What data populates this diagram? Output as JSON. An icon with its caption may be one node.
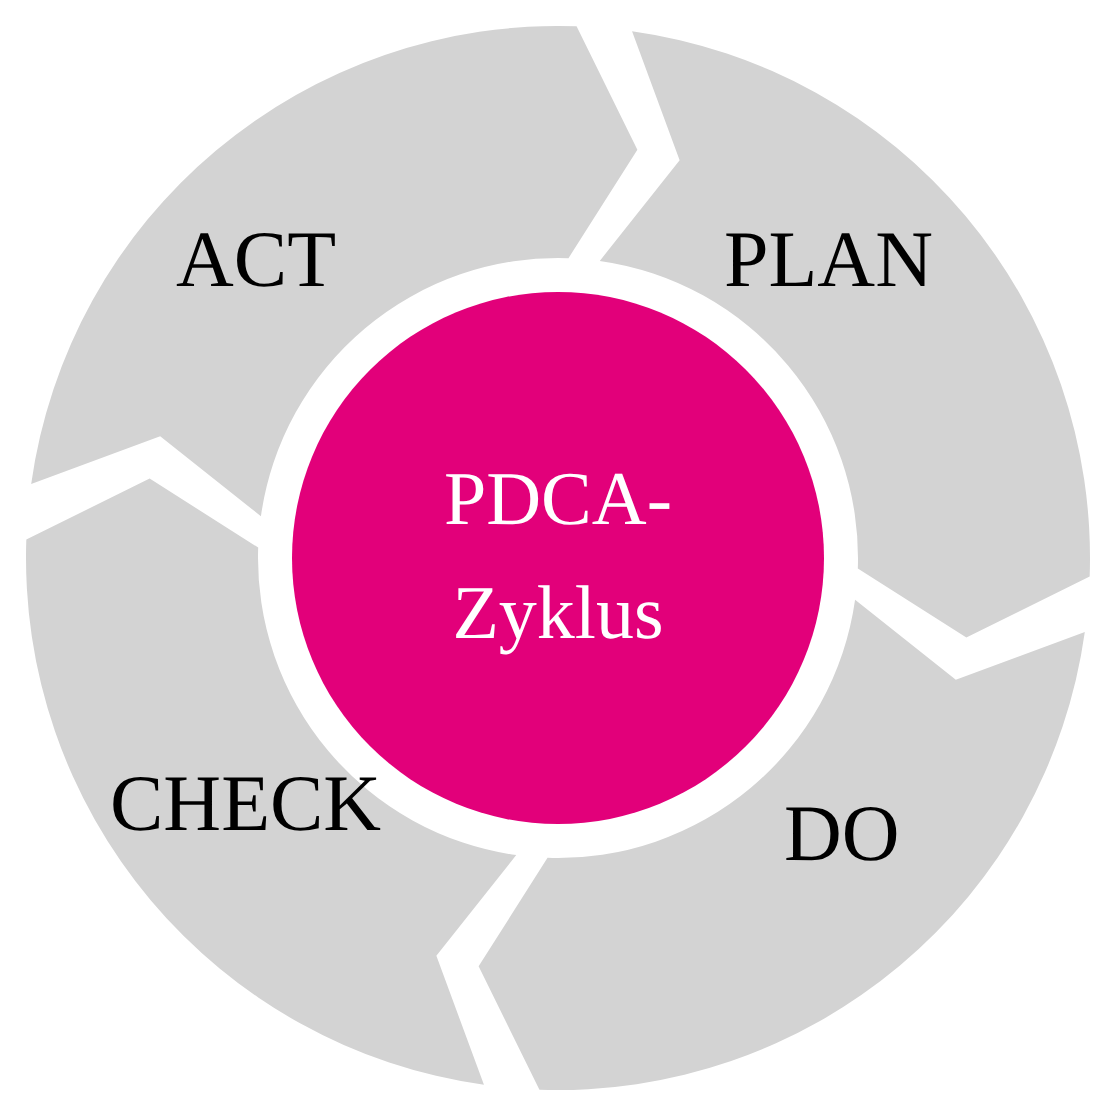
{
  "diagram": {
    "nodes": [
      {
        "text": [
          "ACT"
        ]
      },
      {
        "text": [
          "PLAN"
        ]
      },
      {
        "text": [
          "PDCA- Zyklus"
        ]
      },
      {
        "text": [
          "CHECK"
        ]
      },
      {
        "text": [
          "DO"
        ]
      }
    ]
  }
}
